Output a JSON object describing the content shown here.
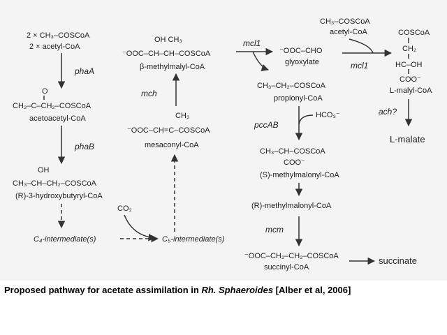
{
  "diagram": {
    "acetyl": {
      "line1": "2 × CH₃–COSCoA",
      "line2": "2 × acetyl-CoA"
    },
    "acetoacetyl": {
      "o": "O",
      "formula": "CH₃–C–CH₂–COSCoA",
      "name": "acetoacetyl-CoA"
    },
    "hydroxybutyryl": {
      "oh": "OH",
      "formula": "CH₃–CH–CH₂–COSCoA",
      "name": "(R)-3-hydroxybutyryl-CoA"
    },
    "c4": "C₄-intermediate(s)",
    "co2": "CO₂",
    "c5": "C₅-intermediate(s)",
    "mesaconyl": {
      "ch3": "CH₃",
      "formula": "⁻OOC–CH=C–COSCoA",
      "name": "mesaconyl-CoA"
    },
    "methylmalyl": {
      "top": "OH  CH₃",
      "formula": "⁻OOC–CH–CH–COSCoA",
      "name": "β-methylmalyl-CoA"
    },
    "glyoxylate": {
      "formula": "⁻OOC–CHO",
      "name": "glyoxylate"
    },
    "propionyl": {
      "formula": "CH₃–CH₂–COSCoA",
      "name": "propionyl-CoA"
    },
    "hco3": "HCO₃⁻",
    "s_methylmalonyl": {
      "formula": "CH₃–CH–COSCoA",
      "coo": "COO⁻",
      "name": "(S)-methylmalonyl-CoA"
    },
    "r_methylmalonyl": "(R)-methylmalonyl-CoA",
    "succinyl": {
      "formula": "⁻OOC–CH₂–CH₂–COSCoA",
      "name": "succinyl-CoA"
    },
    "succinate": "succinate",
    "acetyl_right": {
      "formula": "CH₃–COSCoA",
      "name": "acetyl-CoA"
    },
    "malyl": {
      "l1": "COSCoA",
      "l2": "CH₂",
      "l3": "HC–OH",
      "l4": "COO⁻",
      "name": "L-malyl-CoA"
    },
    "malate": "L-malate",
    "enzymes": {
      "phaA": "phaA",
      "phaB": "phaB",
      "mch": "mch",
      "mcl1_top": "mcl1",
      "mcl1_right": "mcl1",
      "pccAB": "pccAB",
      "mcm": "mcm",
      "ach": "ach?"
    }
  },
  "caption": {
    "prefix": "Proposed pathway for acetate assimilation in ",
    "organism": "Rh. Sphaeroides",
    "suffix": " [Alber et al, 2006]"
  }
}
